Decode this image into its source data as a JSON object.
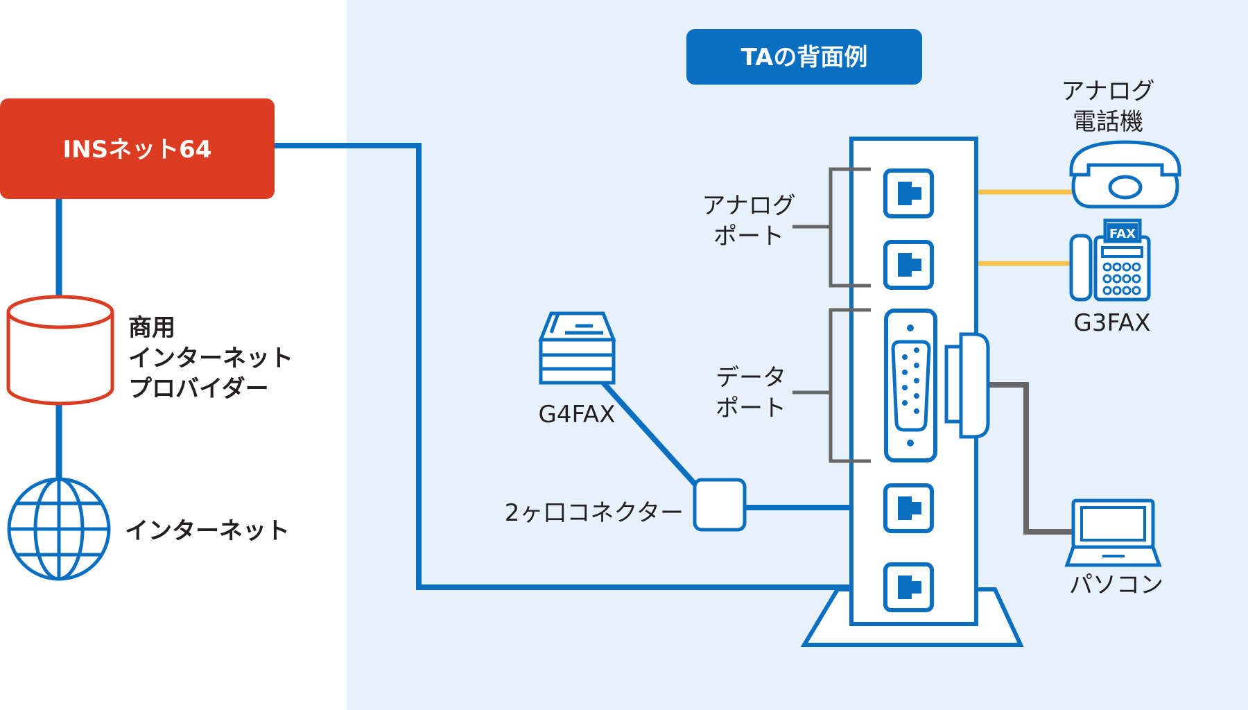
{
  "colors": {
    "blue": "#0a6fc0",
    "red": "#dc3c22",
    "yellow": "#f7c14b",
    "gray": "#666666",
    "panel_bg": "#e6f1fb"
  },
  "left": {
    "ins_box": "INSネット64",
    "provider_label": [
      "商用",
      "インターネット",
      "プロバイダー"
    ],
    "internet_label": "インターネット"
  },
  "right": {
    "title": "TAの背面例",
    "analog_phone_label": [
      "アナログ",
      "電話機"
    ],
    "analog_port_label": [
      "アナログ",
      "ポート"
    ],
    "data_port_label": [
      "データ",
      "ポート"
    ],
    "g3fax_label": "G3FAX",
    "fax_badge": "FAX",
    "g4fax_label": "G4FAX",
    "connector_label": "2ヶ口コネクター",
    "pc_label": "パソコン"
  },
  "icons": [
    "database-icon",
    "globe-icon",
    "telephone-icon",
    "fax-icon",
    "printer-icon",
    "laptop-icon"
  ]
}
